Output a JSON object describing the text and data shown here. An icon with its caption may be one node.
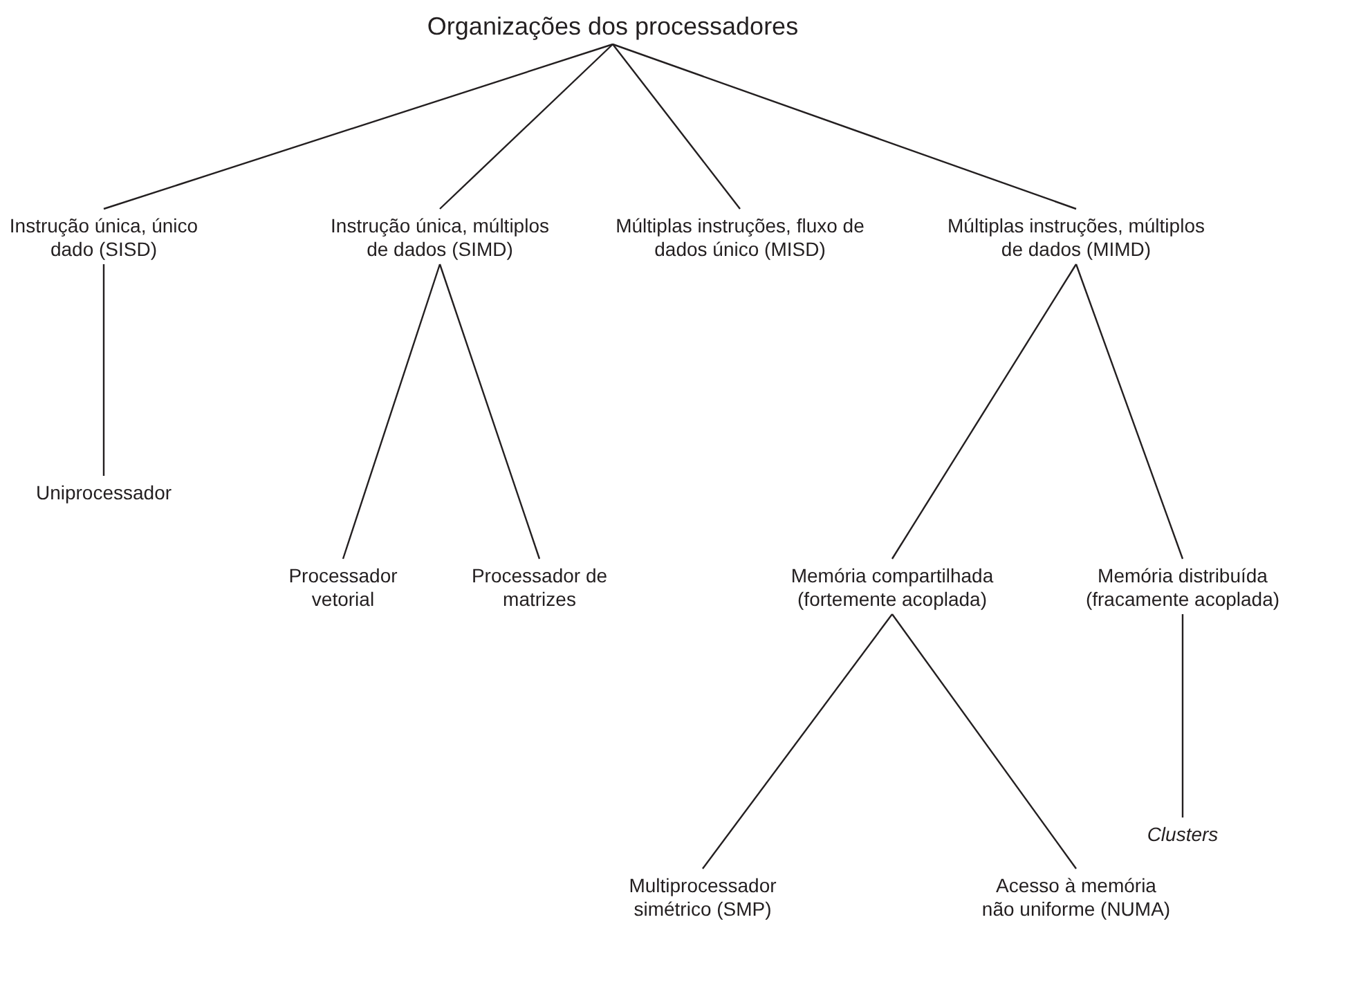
{
  "diagram": {
    "nodes": [
      {
        "text": [
          "Organizações dos processadores"
        ]
      },
      {
        "text": [
          "Instrução única, único dado (SISD)"
        ]
      },
      {
        "text": [
          "Instrução única, múltiplos de dados (SIMD)"
        ]
      },
      {
        "text": [
          "Múltiplas instruções, fluxo de dados único (MISD)"
        ]
      },
      {
        "text": [
          "Múltiplas instruções, múltiplos de dados (MIMD)"
        ]
      },
      {
        "text": [
          "Uniprocessador"
        ]
      },
      {
        "text": [
          "Processador vetorial"
        ]
      },
      {
        "text": [
          "Processador de matrizes"
        ]
      },
      {
        "text": [
          "Memória compartilhada (fortemente acoplada)"
        ]
      },
      {
        "text": [
          "Memória distribuída (fracamente acoplada)"
        ]
      },
      {
        "text": [
          "*Clusters*"
        ]
      },
      {
        "text": [
          "Multiprocessador simétrico (SMP)"
        ]
      },
      {
        "text": [
          "Acesso à memória não uniforme (NUMA)"
        ]
      }
    ],
    "edges": [
      {
        "from": 0,
        "to": 1,
        "arrow": "none"
      },
      {
        "from": 0,
        "to": 2,
        "arrow": "none"
      },
      {
        "from": 0,
        "to": 3,
        "arrow": "none"
      },
      {
        "from": 0,
        "to": 4,
        "arrow": "none"
      },
      {
        "from": 1,
        "to": 5,
        "arrow": "none"
      },
      {
        "from": 2,
        "to": 6,
        "arrow": "none"
      },
      {
        "from": 2,
        "to": 7,
        "arrow": "none"
      },
      {
        "from": 4,
        "to": 8,
        "arrow": "none"
      },
      {
        "from": 4,
        "to": 9,
        "arrow": "none"
      },
      {
        "from": 8,
        "to": 11,
        "arrow": "none"
      },
      {
        "from": 8,
        "to": 12,
        "arrow": "none"
      },
      {
        "from": 9,
        "to": 10,
        "arrow": "none"
      }
    ]
  }
}
